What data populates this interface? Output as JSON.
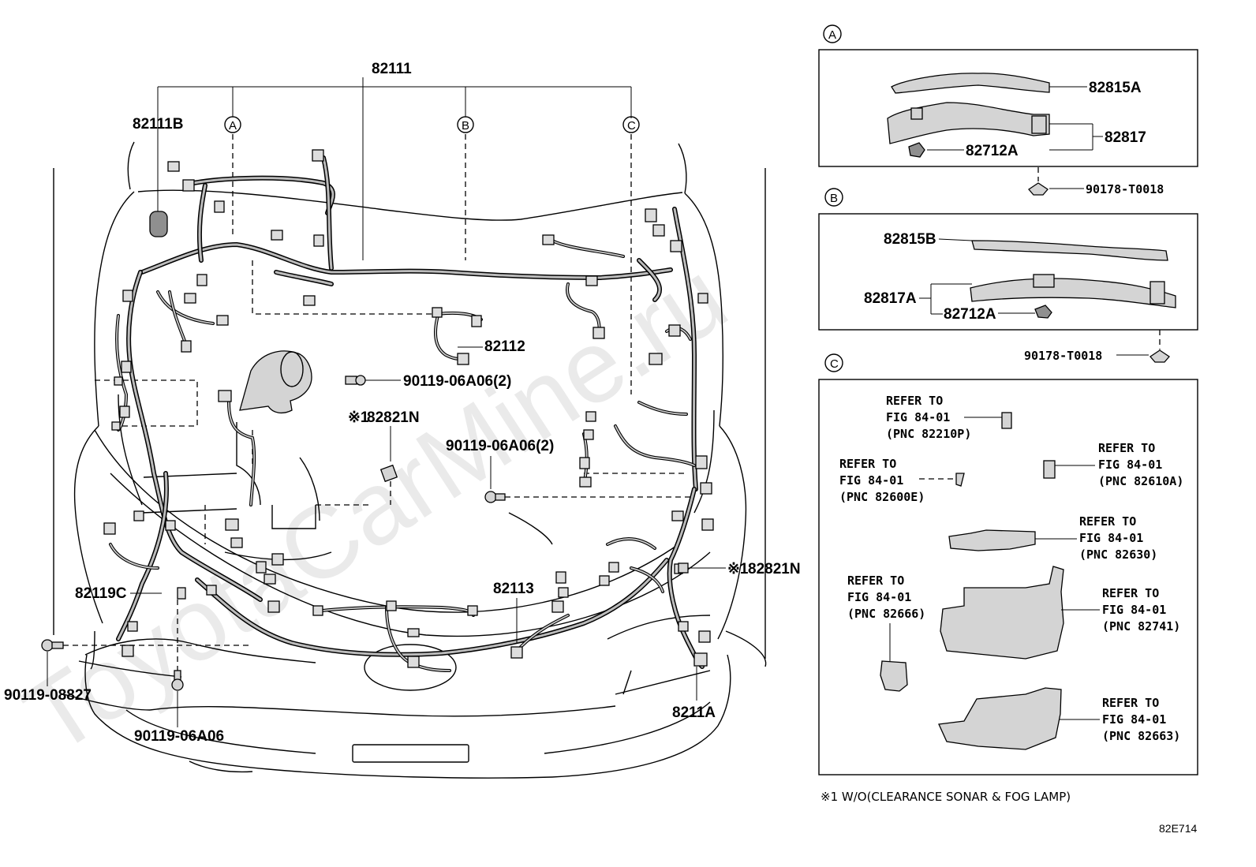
{
  "watermark": "ToyotaCarMine.ru",
  "main_labels": {
    "harness_main": "82111",
    "harness_b": "82111B",
    "harness_112": "82112",
    "harness_113": "82113",
    "harness_c": "82119C",
    "harness_a": "8211A",
    "wire_n_left": "82821N",
    "wire_n_right": "82821N",
    "bolt_06a06_upper": "90119-06A06(2)",
    "bolt_06a06_middle": "90119-06A06(2)",
    "bolt_08827": "90119-08827",
    "bolt_06a06_lower": "90119-06A06"
  },
  "markers": {
    "a": "A",
    "b": "B",
    "c": "C",
    "note_symbol": "※1"
  },
  "detail_a": {
    "tag": "A",
    "p1": "82815A",
    "p2": "82817",
    "p3": "82712A",
    "clip": "90178-T0018"
  },
  "detail_b": {
    "tag": "B",
    "p1": "82815B",
    "p2": "82817A",
    "p3": "82712A",
    "clip": "90178-T0018"
  },
  "detail_c": {
    "tag": "C",
    "refs": [
      {
        "l1": "REFER TO",
        "l2": "FIG 84-01",
        "l3": "(PNC 82210P)"
      },
      {
        "l1": "REFER TO",
        "l2": "FIG 84-01",
        "l3": "(PNC 82600E)"
      },
      {
        "l1": "REFER TO",
        "l2": "FIG 84-01",
        "l3": "(PNC 82610A)"
      },
      {
        "l1": "REFER TO",
        "l2": "FIG 84-01",
        "l3": "(PNC 82630)"
      },
      {
        "l1": "REFER TO",
        "l2": "FIG 84-01",
        "l3": "(PNC 82666)"
      },
      {
        "l1": "REFER TO",
        "l2": "FIG 84-01",
        "l3": "(PNC 82741)"
      },
      {
        "l1": "REFER TO",
        "l2": "FIG 84-01",
        "l3": "(PNC 82663)"
      }
    ]
  },
  "footnote": "※1 W/O(CLEARANCE SONAR & FOG LAMP)",
  "figure_code": "82E714"
}
